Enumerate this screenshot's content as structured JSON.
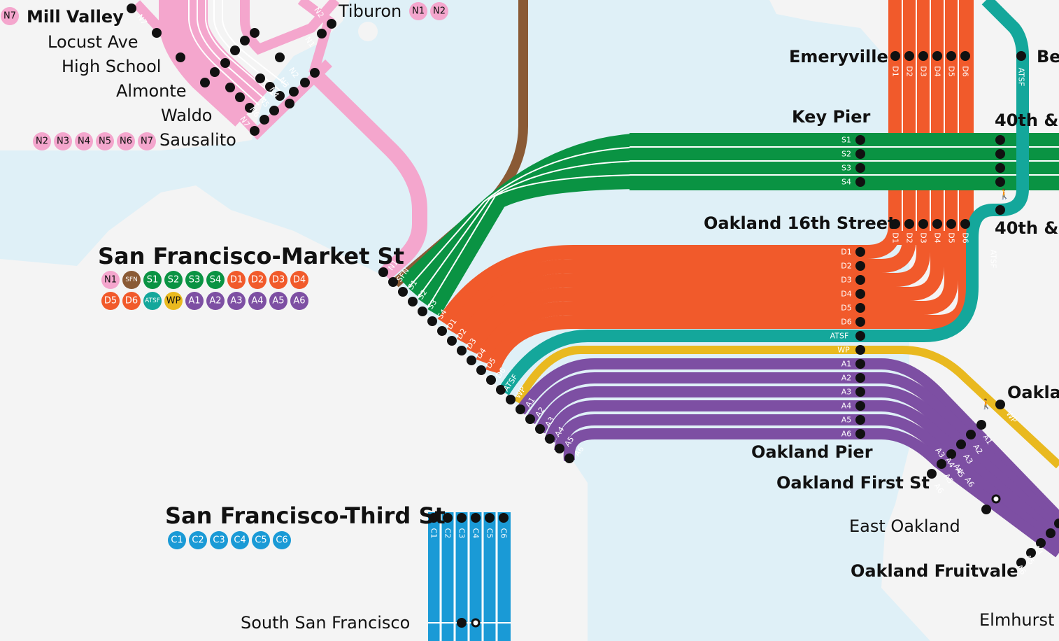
{
  "colors": {
    "water": "#dff0f7",
    "land": "#f4f4f4",
    "pink": "#f4a6cd",
    "brown": "#8a5a35",
    "green": "#0a9343",
    "orange": "#f15a2b",
    "teal": "#14a79b",
    "yellow": "#e9b91f",
    "purple": "#7d4fa3",
    "blue": "#1a9ad6",
    "black": "#111111"
  },
  "stations": {
    "mill_valley": "Mill Valley",
    "locust_ave": "Locust Ave",
    "high_school": "High School",
    "almonte": "Almonte",
    "waldo": "Waldo",
    "sausalito": "Sausalito",
    "tiburon": "Tiburon",
    "emeryville": "Emeryville",
    "berkeley_partial": "Be",
    "key_pier": "Key Pier",
    "fortieth_1": "40th &",
    "fortieth_2": "40th &",
    "oakland_16th": "Oakland 16th Street",
    "market_st": "San Francisco-Market St",
    "oakland_partial": "Oakla",
    "oakland_pier": "Oakland Pier",
    "oakland_first": "Oakland First St",
    "east_oakland": "East Oakland",
    "fruitvale": "Oakland Fruitvale",
    "elmhurst": "Elmhurst",
    "third_st": "San Francisco-Third St",
    "south_sf": "South San Francisco"
  },
  "badges": {
    "mill_valley": [
      "N7"
    ],
    "tiburon": [
      "N1",
      "N2"
    ],
    "sausalito": [
      "N2",
      "N3",
      "N4",
      "N5",
      "N6",
      "N7"
    ],
    "market_row1": [
      "N1",
      "SFN",
      "S1",
      "S2",
      "S3",
      "S4",
      "D1",
      "D2",
      "D3",
      "D4"
    ],
    "market_row2": [
      "D5",
      "D6",
      "ATSF",
      "WP",
      "A1",
      "A2",
      "A3",
      "A4",
      "A5",
      "A6"
    ],
    "third_st": [
      "C1",
      "C2",
      "C3",
      "C4",
      "C5",
      "C6"
    ]
  },
  "lines": {
    "green": [
      "S1",
      "S2",
      "S3",
      "S4"
    ],
    "orange": [
      "D1",
      "D2",
      "D3",
      "D4",
      "D5",
      "D6"
    ],
    "teal": "ATSF",
    "yellow": "WP",
    "purple": [
      "A1",
      "A2",
      "A3",
      "A4",
      "A5",
      "A6"
    ],
    "blue": [
      "C1",
      "C2",
      "C3",
      "C4",
      "C5",
      "C6"
    ],
    "pink": [
      "N1",
      "N2",
      "N3",
      "N4",
      "N5",
      "N6",
      "N7"
    ],
    "brown": "SFN"
  }
}
